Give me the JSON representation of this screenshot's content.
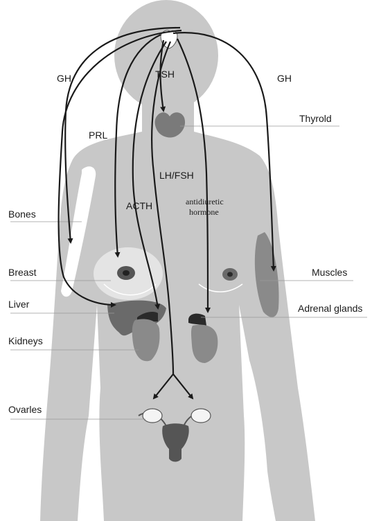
{
  "diagram": {
    "hormones": {
      "gh_left": "GH",
      "gh_right": "GH",
      "tsh": "TSH",
      "prl": "PRL",
      "lh_fsh": "LH/FSH",
      "acth": "ACTH",
      "antidiuretic_line1": "antidiuretic",
      "antidiuretic_line2": "hormone"
    },
    "organs": {
      "thyroid": "Thyrold",
      "bones": "Bones",
      "breast": "Breast",
      "muscles": "Muscles",
      "liver": "Liver",
      "adrenal": "Adrenal glands",
      "kidneys": "Kidneys",
      "ovaries": "Ovarles"
    }
  }
}
